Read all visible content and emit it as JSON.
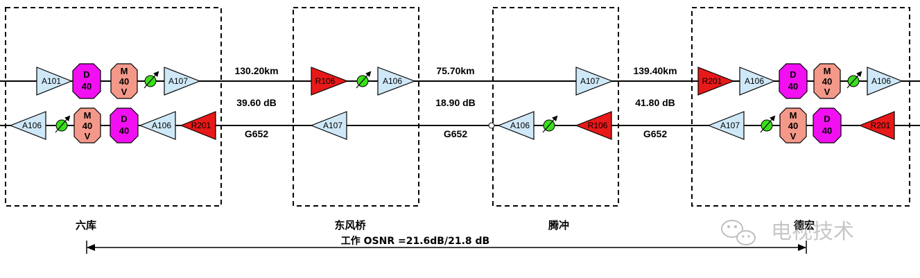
{
  "colors": {
    "amp_blue": "#cfe8f7",
    "amp_red": "#e81919",
    "mux_magenta": "#f20ff2",
    "mux_salmon": "#f4998a",
    "voa_green": "#3cdc1e",
    "line": "#000000",
    "watermark": "#9a9a9a"
  },
  "sites": [
    {
      "name": "六库"
    },
    {
      "name": "东风桥"
    },
    {
      "name": "腾冲"
    },
    {
      "name": "德宏"
    }
  ],
  "spans": [
    {
      "distance": "130.20km",
      "loss": "39.60 dB",
      "fiber": "G652"
    },
    {
      "distance": "75.70km",
      "loss": "18.90 dB",
      "fiber": "G652"
    },
    {
      "distance": "139.40km",
      "loss": "41.80 dB",
      "fiber": "G652"
    }
  ],
  "osnr": {
    "label": "工作 OSNR =21.6dB/21.8 dB"
  },
  "watermark": {
    "text": "电视技术",
    "icon": "wechat-icon"
  },
  "mux": {
    "demux": [
      "D",
      "40"
    ],
    "mux": [
      "M",
      "40",
      "V"
    ]
  },
  "top_row": [
    {
      "kind": "amp",
      "label": "A101",
      "color": "blue",
      "dir": "right"
    },
    {
      "kind": "amp",
      "label": "A107",
      "color": "blue",
      "dir": "right"
    },
    {
      "kind": "amp",
      "label": "R106",
      "color": "red",
      "dir": "right"
    },
    {
      "kind": "amp",
      "label": "A106",
      "color": "blue",
      "dir": "right"
    },
    {
      "kind": "amp",
      "label": "A107",
      "color": "blue",
      "dir": "right"
    },
    {
      "kind": "amp",
      "label": "R201",
      "color": "red",
      "dir": "right"
    },
    {
      "kind": "amp",
      "label": "A106",
      "color": "blue",
      "dir": "right"
    },
    {
      "kind": "amp",
      "label": "A106",
      "color": "blue",
      "dir": "right"
    }
  ],
  "bottom_row": [
    {
      "kind": "amp",
      "label": "A106",
      "color": "blue",
      "dir": "left"
    },
    {
      "kind": "amp",
      "label": "A106",
      "color": "blue",
      "dir": "left"
    },
    {
      "kind": "amp",
      "label": "R201",
      "color": "red",
      "dir": "left"
    },
    {
      "kind": "amp",
      "label": "A107",
      "color": "blue",
      "dir": "left"
    },
    {
      "kind": "amp",
      "label": "A106",
      "color": "blue",
      "dir": "left"
    },
    {
      "kind": "amp",
      "label": "R106",
      "color": "red",
      "dir": "left"
    },
    {
      "kind": "amp",
      "label": "A107",
      "color": "blue",
      "dir": "left"
    },
    {
      "kind": "amp",
      "label": "R201",
      "color": "red",
      "dir": "left"
    }
  ]
}
